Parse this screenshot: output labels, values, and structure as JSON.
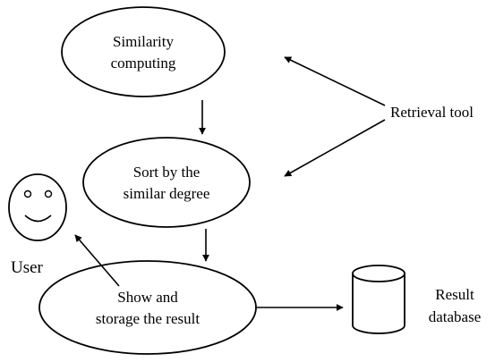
{
  "nodes": {
    "similarity": {
      "lines": [
        "Similarity",
        "computing"
      ]
    },
    "sort": {
      "lines": [
        "Sort by the",
        "similar degree"
      ]
    },
    "show": {
      "lines": [
        "Show and",
        "storage the result"
      ]
    }
  },
  "labels": {
    "retrieval_tool": "Retrieval tool",
    "user": "User",
    "result_database": [
      "Result",
      "database"
    ]
  },
  "icons": {
    "user": "smiley-face-icon",
    "database": "database-cylinder-icon"
  },
  "colors": {
    "stroke": "#000000",
    "fill": "#ffffff"
  }
}
